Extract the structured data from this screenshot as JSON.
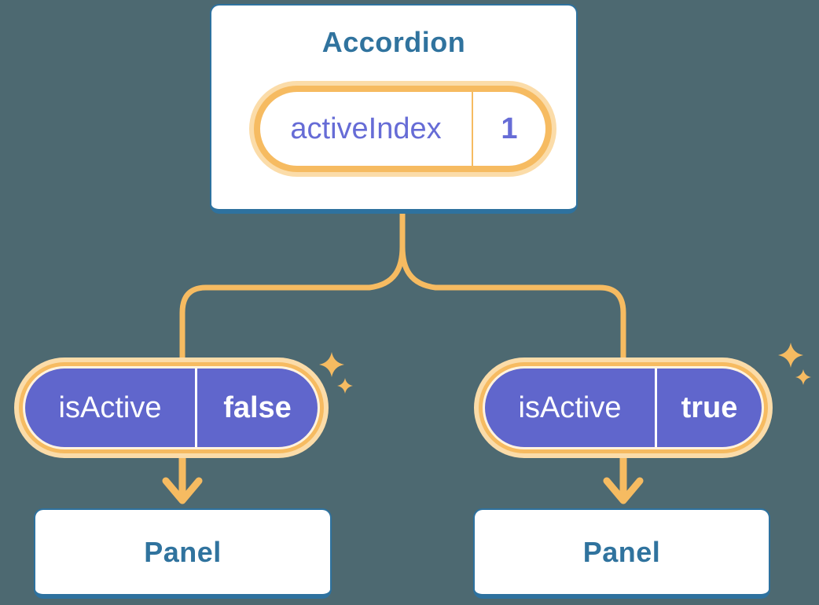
{
  "colors": {
    "bg": "#4D6971",
    "box-border": "#2E729F",
    "box-text": "#30739E",
    "purple": "#6066CC",
    "indigo": "#666CD6",
    "line": "#F6BB61",
    "halo": "#FBDCA9",
    "cream": "#FFF3DF",
    "white": "#FFFFFF"
  },
  "accordion": {
    "title": "Accordion",
    "state": {
      "name": "activeIndex",
      "value": "1"
    }
  },
  "children": [
    {
      "prop": {
        "name": "isActive",
        "value": "false"
      },
      "panel": {
        "label": "Panel"
      }
    },
    {
      "prop": {
        "name": "isActive",
        "value": "true"
      },
      "panel": {
        "label": "Panel"
      }
    }
  ]
}
